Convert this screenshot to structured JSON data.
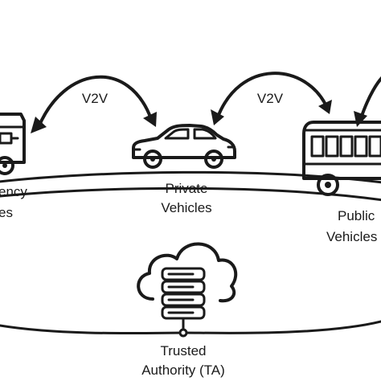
{
  "diagram": {
    "links": [
      {
        "label": "V2V",
        "from": "emergency-vehicles",
        "to": "private-vehicles"
      },
      {
        "label": "V2V",
        "from": "private-vehicles",
        "to": "public-vehicles"
      }
    ],
    "nodes": {
      "emergency": {
        "line1": "ency",
        "line2": "es",
        "icon": "ambulance-icon"
      },
      "private": {
        "line1": "Private",
        "line2": "Vehicles",
        "icon": "car-icon"
      },
      "public": {
        "line1": "Public",
        "line2": "Vehicles",
        "icon": "bus-icon"
      },
      "authority": {
        "line1": "Trusted",
        "line2": "Authority (TA)",
        "icon": "cloud-server-icon"
      }
    },
    "colors": {
      "ink": "#1a1a1a",
      "background": "#ffffff"
    }
  }
}
